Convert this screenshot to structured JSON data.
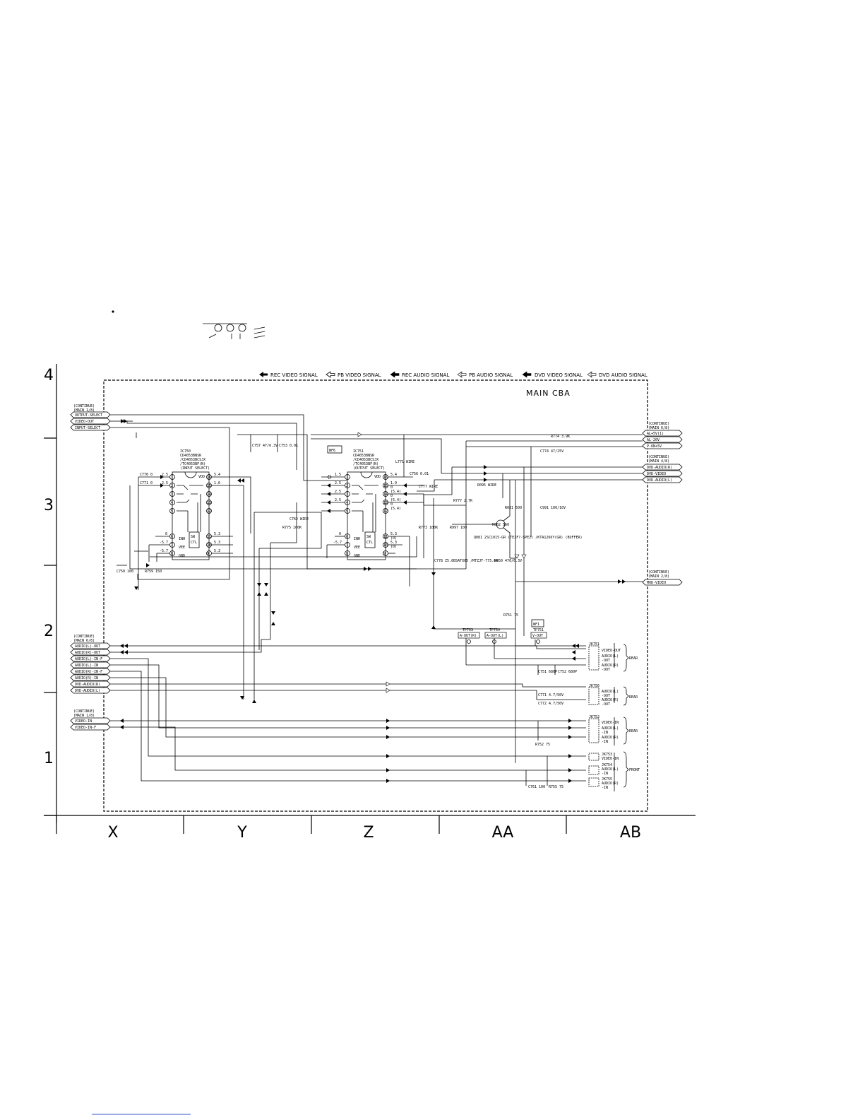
{
  "board_title": "MAIN CBA",
  "legend": [
    {
      "label": "REC VIDEO SIGNAL",
      "arrow": "solid"
    },
    {
      "label": "PB VIDEO SIGNAL",
      "arrow": "hollow"
    },
    {
      "label": "REC AUDIO SIGNAL",
      "arrow": "solid-double"
    },
    {
      "label": "PB AUDIO SIGNAL",
      "arrow": "hollow-double"
    },
    {
      "label": "DVD VIDEO SIGNAL",
      "arrow": "solid-double"
    },
    {
      "label": "DVD AUDIO SIGNAL",
      "arrow": "hollow-double"
    }
  ],
  "rows": [
    "4",
    "3",
    "2",
    "1"
  ],
  "columns": [
    "X",
    "Y",
    "Z",
    "AA",
    "AB"
  ],
  "left_groups": [
    {
      "continue": "(CONTINUE)",
      "ref": "(MAIN 1/8)",
      "signals": [
        "OUTPUT-SELECT",
        "VIDEO-OUT",
        "INPUT-SELECT"
      ]
    },
    {
      "continue": "(CONTINUE)",
      "ref": "(MAIN 6/8)",
      "signals": [
        "AUDIO(L)-OUT",
        "AUDIO(R)-OUT",
        "AUDIO(L)-IN-F",
        "AUDIO(L)-IN",
        "AUDIO(R)-IN-F",
        "AUDIO(R)-IN",
        "DVD-AUDIO(R)",
        "DVD-AUDIO(L)"
      ]
    },
    {
      "continue": "(CONTINUE)",
      "ref": "(MAIN 1/8)",
      "signals": [
        "VIDEO-IN",
        "VIDEO-IN-F"
      ]
    }
  ],
  "right_groups": [
    {
      "continue": "(CONTINUE)",
      "ref": "(MAIN 6/8)",
      "signals": [
        "AL+5V(1)",
        "AL-20V",
        "P-ON+5V"
      ]
    },
    {
      "continue": "(CONTINUE)",
      "ref": "(MAIN 4/8)",
      "signals": [
        "DVD-AUDIO(R)",
        "DVD-VIDEO",
        "DVD-AUDIO(L)"
      ]
    },
    {
      "continue": "(CONTINUE)",
      "ref": "(MAIN 2/8)",
      "signals": [
        "MOD-VIDEO"
      ]
    }
  ],
  "ic750": {
    "ref": "IC750",
    "parts": [
      "CD4053BNSR",
      "/CD4053BCSJX",
      "/TC4053BF(N)"
    ],
    "function": "(INPUT SELECT)",
    "left_pins": [
      "1",
      "2",
      "3",
      "4",
      "5",
      "6",
      "7",
      "8"
    ],
    "right_pins": [
      "16",
      "15",
      "14",
      "13",
      "12",
      "11",
      "10",
      "9"
    ],
    "left_names": [
      "",
      "",
      "",
      "",
      "",
      "INH",
      "VEE",
      "GND"
    ],
    "right_name_top": "VDD",
    "sw": "SW",
    "ctl": "CTL"
  },
  "ic751": {
    "ref": "IC751",
    "parts": [
      "CD4053BNSR",
      "/CD4053BCSJX",
      "/TC4053BF(N)"
    ],
    "function": "(OUTPUT SELECT)",
    "left_pins": [
      "1",
      "2",
      "3",
      "4",
      "5",
      "6",
      "7",
      "8"
    ],
    "right_pins": [
      "16",
      "15",
      "14",
      "13",
      "12",
      "11",
      "10",
      "9"
    ],
    "left_names": [
      "",
      "",
      "",
      "",
      "",
      "INH",
      "VEE",
      "GND"
    ],
    "right_name_top": "VDD",
    "sw": "SW",
    "ctl": "CTL"
  },
  "waveform_tags": [
    "WF6",
    "WF1"
  ],
  "voltages_ic750": {
    "left": [
      "2.5",
      "2.5",
      "0",
      "-5.7",
      "-5.7"
    ],
    "right": [
      "5.4",
      "1.6",
      "5.3",
      "5.3",
      "5.3"
    ]
  },
  "voltages_ic751": {
    "left": [
      "1.5",
      "2.5",
      "2.5",
      "2.5",
      "0",
      "-5.7"
    ],
    "right": [
      "5.4",
      "1.9",
      "0",
      "(5.4)",
      "0",
      "(5.4)",
      "0",
      "(5.4)",
      "5.3",
      "(0)",
      "5.3",
      "(0)"
    ]
  },
  "components": [
    "C757 47/6.3V",
    "C753 0.01",
    "C770 0",
    "C771 0",
    "C750 100",
    "R759 150",
    "C762 WIRE",
    "R775 100K",
    "L771 WIRE",
    "C756 0.01",
    "C777 WIRE",
    "R773 100K",
    "R777 2.7K",
    "R997 100",
    "Q081 2SC1015-GR (TE2F?-SPE2) /KTA1266Y(GR) (BUFFER)",
    "R774 3.9K",
    "C774 47/25V",
    "R095 WIRE",
    "R082 560",
    "R081 500",
    "C991 100/10V",
    "C778 Z5.6BSATX05 /MTZJT-775.6A",
    "R050 470/6.3V",
    "R751 75",
    "C751 680P",
    "C752 680P",
    "C771 4.7/50V",
    "C772 4.7/50V",
    "R752 75",
    "C761 100",
    "R755 75"
  ],
  "test_points": [
    {
      "ref": "TP753",
      "label": "A-OUT(R)"
    },
    {
      "ref": "TP754",
      "label": "A-OUT(L)"
    },
    {
      "ref": "TP751",
      "label": "V-OUT"
    }
  ],
  "jacks": [
    {
      "ref": "JK751",
      "labels": [
        "VIDEO-OUT",
        "AUDIO(L)",
        "-OUT",
        "AUDIO(R)",
        "-OUT"
      ],
      "side": "REAR"
    },
    {
      "ref": "JK756",
      "labels": [
        "AUDIO(L)",
        "-OUT",
        "AUDIO(R)",
        "-OUT"
      ],
      "side": "REAR"
    },
    {
      "ref": "JK752",
      "labels": [
        "VIDEO-IN",
        "AUDIO(L)",
        "-IN",
        "AUDIO(R)",
        "-IN"
      ],
      "side": "REAR"
    },
    {
      "ref": "JK753",
      "labels": [
        "VIDEO-IN"
      ],
      "side": "FRONT"
    },
    {
      "ref": "JK754",
      "labels": [
        "AUDIO(L)",
        "-IN"
      ],
      "side": ""
    },
    {
      "ref": "JK755",
      "labels": [
        "AUDIO(R)",
        "-IN"
      ],
      "side": ""
    }
  ]
}
